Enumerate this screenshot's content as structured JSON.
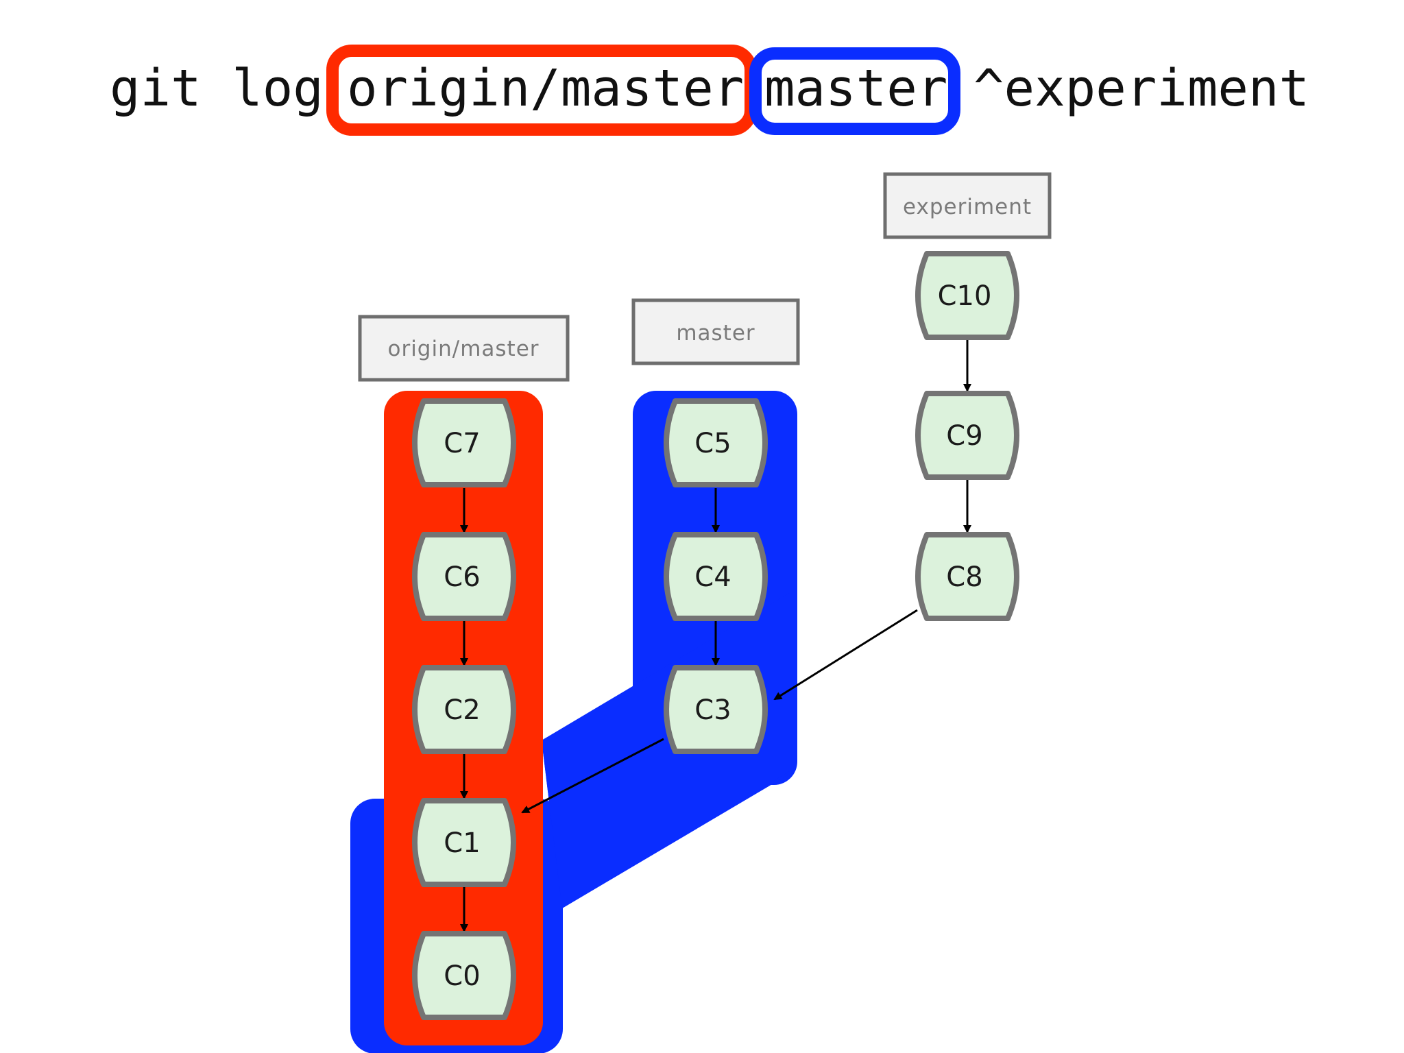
{
  "command": {
    "prefix": "git log",
    "arg_origin": "origin/master",
    "arg_master": "master",
    "arg_exclude": "^experiment"
  },
  "refs": {
    "origin_master": "origin/master",
    "master": "master",
    "experiment": "experiment"
  },
  "commits": {
    "c0": "C0",
    "c1": "C1",
    "c2": "C2",
    "c3": "C3",
    "c4": "C4",
    "c5": "C5",
    "c6": "C6",
    "c7": "C7",
    "c8": "C8",
    "c9": "C9",
    "c10": "C10"
  },
  "colors": {
    "origin_highlight": "#ff2a00",
    "master_highlight": "#0a2dff",
    "commit_fill": "#dcf2dc",
    "commit_stroke": "#747474",
    "ref_fill": "#f2f2f2",
    "ref_stroke": "#6e6e6e"
  }
}
